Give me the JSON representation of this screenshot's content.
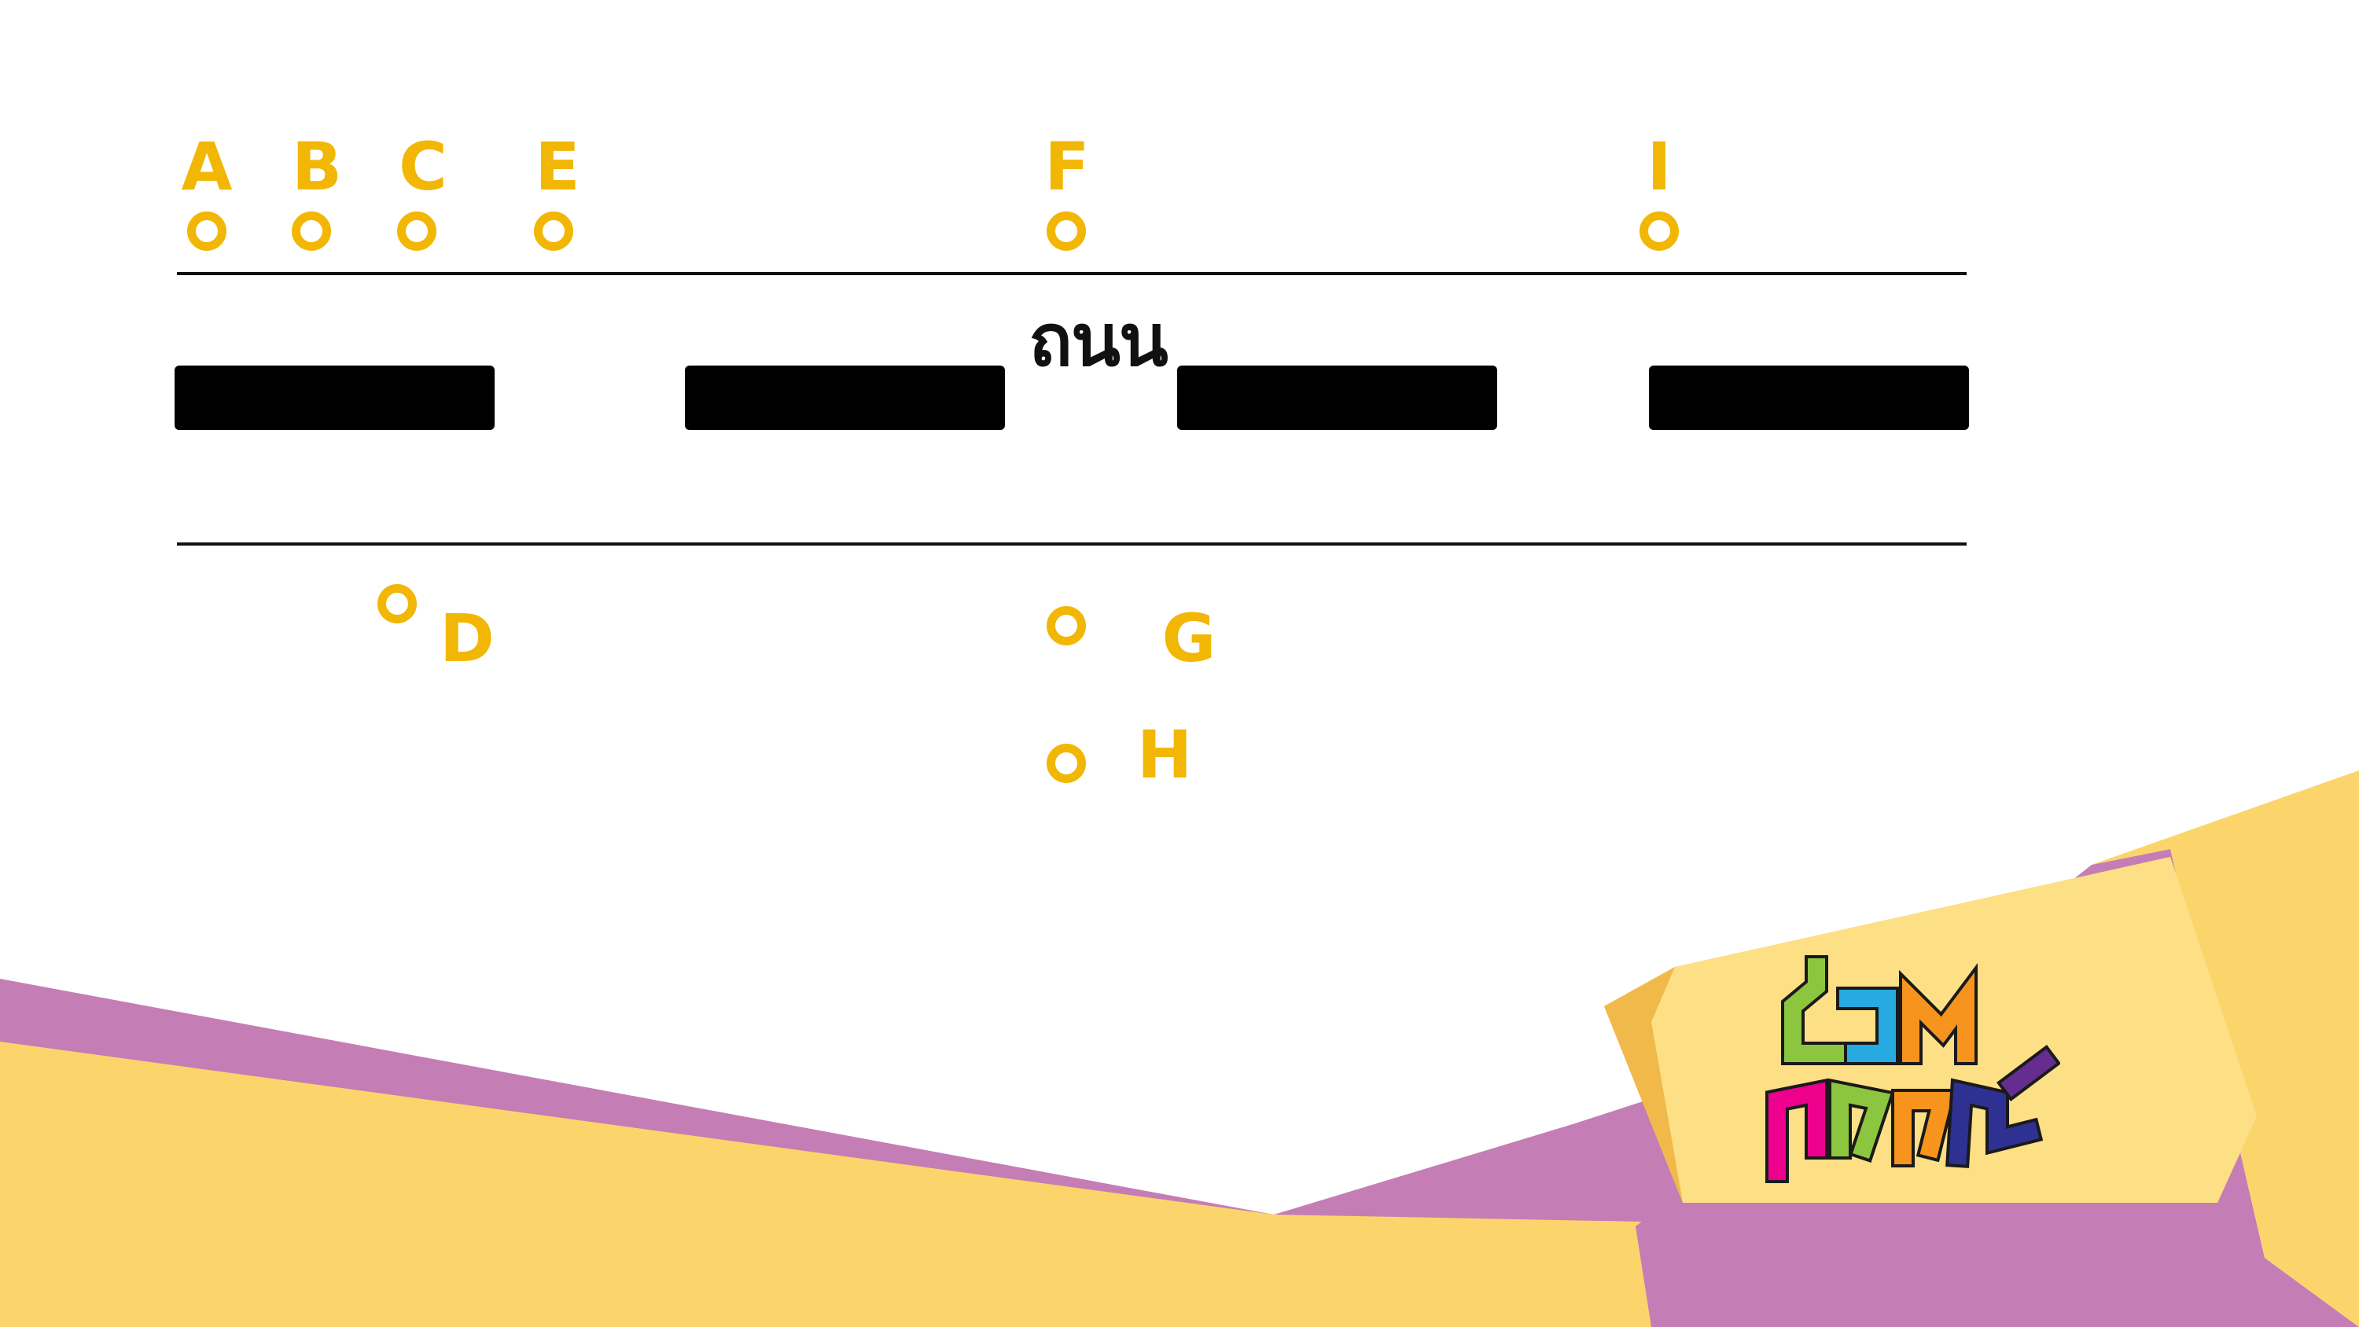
{
  "road": {
    "label": "ถนน"
  },
  "points": [
    {
      "id": "A",
      "label": "A"
    },
    {
      "id": "B",
      "label": "B"
    },
    {
      "id": "C",
      "label": "C"
    },
    {
      "id": "E",
      "label": "E"
    },
    {
      "id": "F",
      "label": "F"
    },
    {
      "id": "I",
      "label": "I"
    },
    {
      "id": "D",
      "label": "D"
    },
    {
      "id": "G",
      "label": "G"
    },
    {
      "id": "H",
      "label": "H"
    }
  ],
  "logo": {
    "text": "สอนศาสตร์"
  },
  "colors": {
    "point": "#f2b705",
    "road_line": "#111111",
    "lane_bar": "#000000",
    "purple": "#c57db6",
    "yellow": "#fbd56b",
    "yellow_light": "#fddf86"
  }
}
